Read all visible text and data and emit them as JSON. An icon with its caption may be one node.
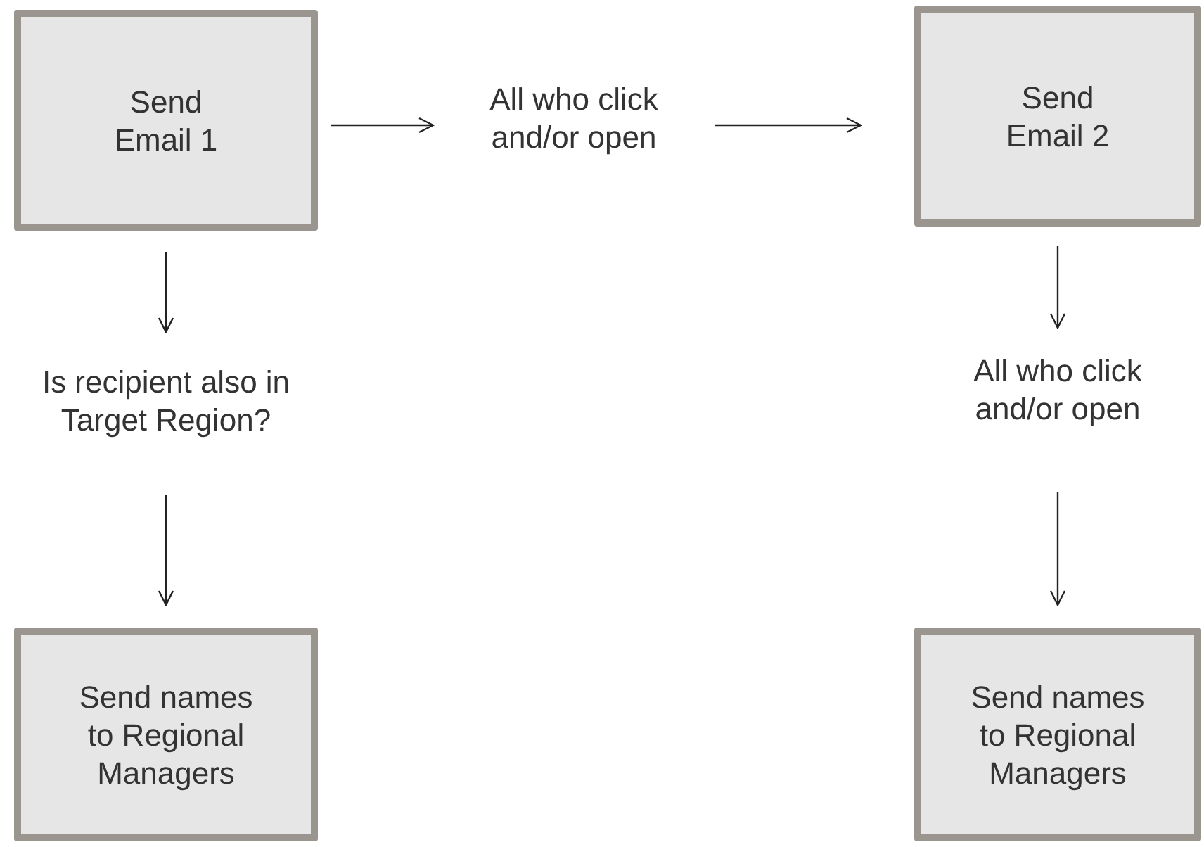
{
  "diagram": {
    "nodes": [
      {
        "text": [
          "Send Email 1"
        ]
      },
      {
        "text": [
          "All who click and/or open"
        ]
      },
      {
        "text": [
          "Send Email 2"
        ]
      },
      {
        "text": [
          "Is recipient also in Target Region?"
        ]
      },
      {
        "text": [
          "Send names to Regional Managers"
        ]
      },
      {
        "text": [
          "All who click and/or open"
        ]
      },
      {
        "text": [
          "Send names to Regional Managers"
        ]
      }
    ],
    "edges": [
      {
        "from": 0,
        "to": 1,
        "arrow": "to"
      },
      {
        "from": 1,
        "to": 2,
        "arrow": "to"
      },
      {
        "from": 0,
        "to": 3,
        "arrow": "to"
      },
      {
        "from": 3,
        "to": 4,
        "arrow": "to"
      },
      {
        "from": 2,
        "to": 5,
        "arrow": "to"
      },
      {
        "from": 5,
        "to": 6,
        "arrow": "to"
      }
    ]
  }
}
